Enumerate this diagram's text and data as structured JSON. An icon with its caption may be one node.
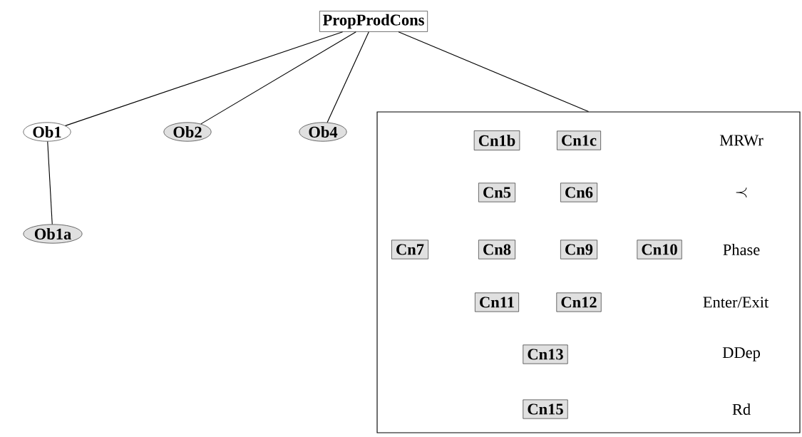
{
  "diagram": {
    "nodes": [
      {
        "text": [
          "PropProdCons"
        ]
      },
      {
        "text": [
          "Ob1"
        ]
      },
      {
        "text": [
          "Ob2"
        ]
      },
      {
        "text": [
          "Ob4"
        ]
      },
      {
        "text": [],
        "shape": "box"
      },
      {
        "text": [
          "Cn1b"
        ],
        "in": 4
      },
      {
        "text": [
          "Cn1c"
        ],
        "in": 4
      },
      {
        "text": [
          "Cn5"
        ],
        "in": 4
      },
      {
        "text": [
          "Cn6"
        ],
        "in": 4
      },
      {
        "text": [
          "Cn7"
        ],
        "in": 4
      },
      {
        "text": [
          "Cn8"
        ],
        "in": 4
      },
      {
        "text": [
          "Cn9"
        ],
        "in": 4
      },
      {
        "text": [
          "Cn10"
        ],
        "in": 4
      },
      {
        "text": [
          "Cn11"
        ],
        "in": 4
      },
      {
        "text": [
          "Cn12"
        ],
        "in": 4
      },
      {
        "text": [
          "Cn13"
        ],
        "in": 4
      },
      {
        "text": [
          "Cn15"
        ],
        "in": 4
      },
      {
        "text": [
          "Ob1a"
        ]
      }
    ],
    "edges": [
      {
        "from": 0,
        "to": 1,
        "arrow": "none"
      },
      {
        "from": 0,
        "to": 2,
        "arrow": "none"
      },
      {
        "from": 0,
        "to": 3,
        "arrow": "none"
      },
      {
        "from": 0,
        "to": 4,
        "arrow": "none"
      },
      {
        "from": 1,
        "to": 17,
        "arrow": "none"
      }
    ],
    "labels": [
      "MRWr",
      "\\prec",
      "Phase",
      "Enter/Exit",
      "DDep",
      "Rd"
    ]
  }
}
